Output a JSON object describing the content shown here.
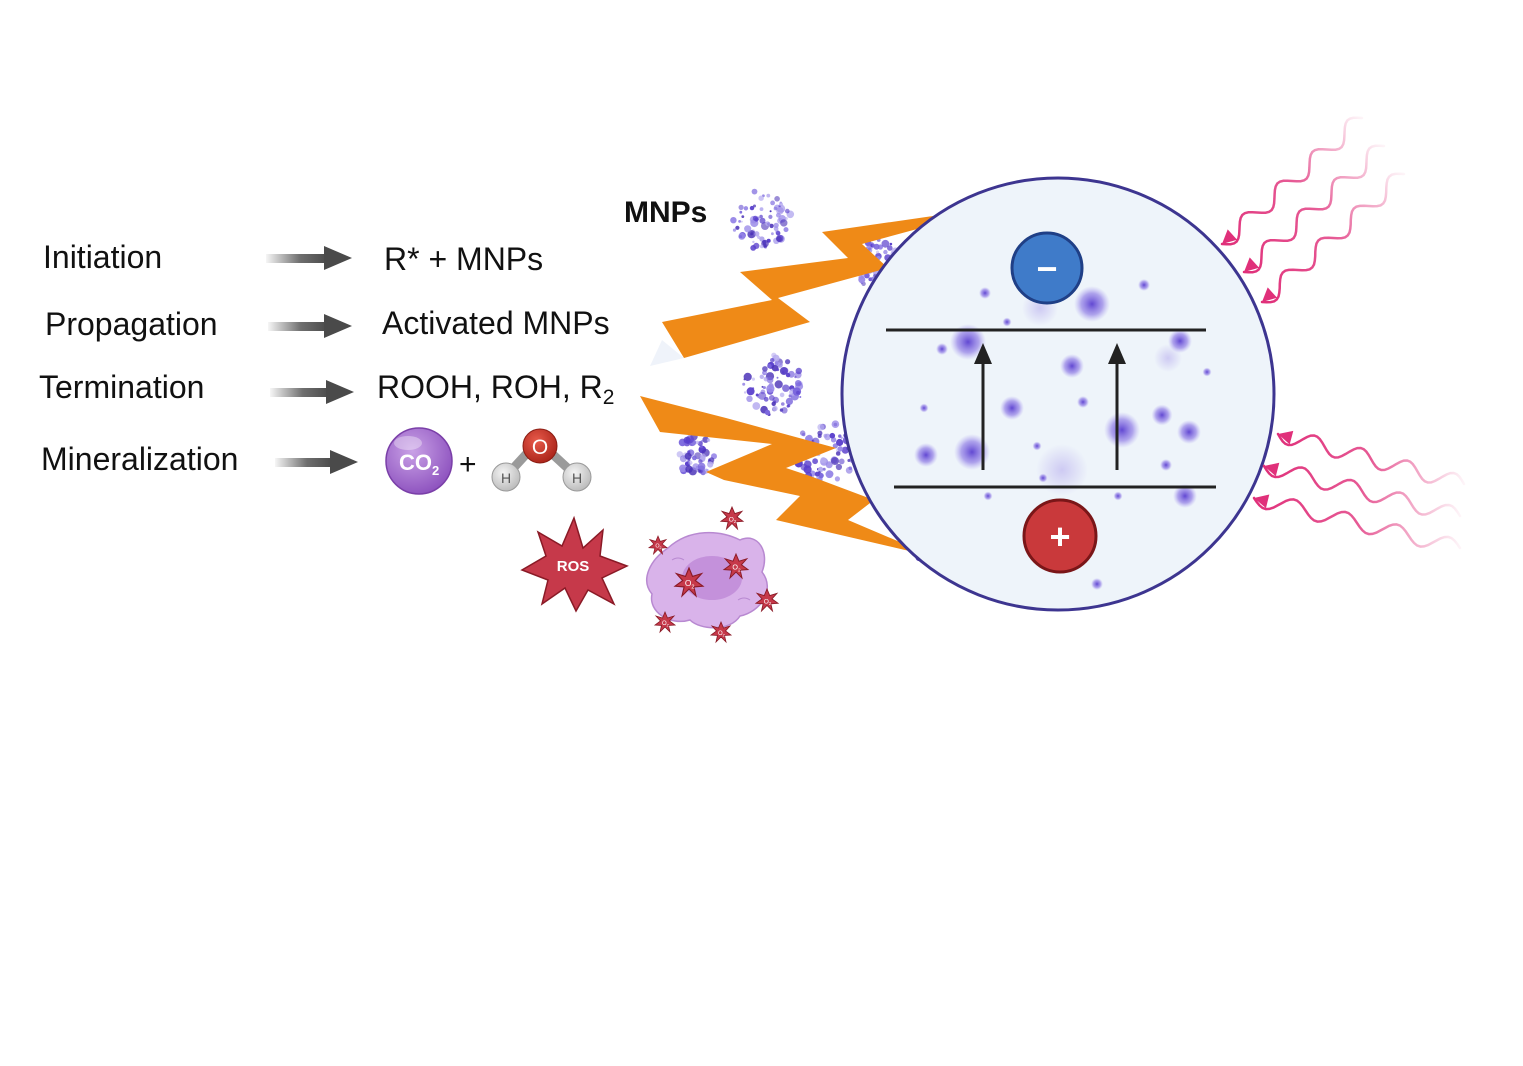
{
  "steps": [
    {
      "label": "Initiation",
      "product": "R* + MNPs"
    },
    {
      "label": "Propagation",
      "product": "Activated MNPs"
    },
    {
      "label": "Termination",
      "product": "ROOH, ROH, R",
      "product_sub": "2"
    },
    {
      "label": "Mineralization"
    }
  ],
  "co2": {
    "main": "CO",
    "sub": "2"
  },
  "plus_sign": "+",
  "water": {
    "oxygen": "O",
    "hydrogen": "H"
  },
  "mnps_label": "MNPs",
  "ros_label": "ROS",
  "o2_label": {
    "main": "O",
    "sub": "2"
  },
  "electron_sign": "−",
  "hole_sign": "+",
  "colors": {
    "text": "#111111",
    "arrow": "#4a4a4a",
    "bolt": "#ef8a17",
    "particle": "#6a4fd8",
    "circle_stroke": "#3d3590",
    "circle_fill": "#eef4fa",
    "electron": "#3f7bc9",
    "hole": "#c9393b",
    "light": "#e0307a",
    "ros": "#c6394a",
    "cell": "#d6a8e6",
    "co2": "#9b63c4"
  }
}
